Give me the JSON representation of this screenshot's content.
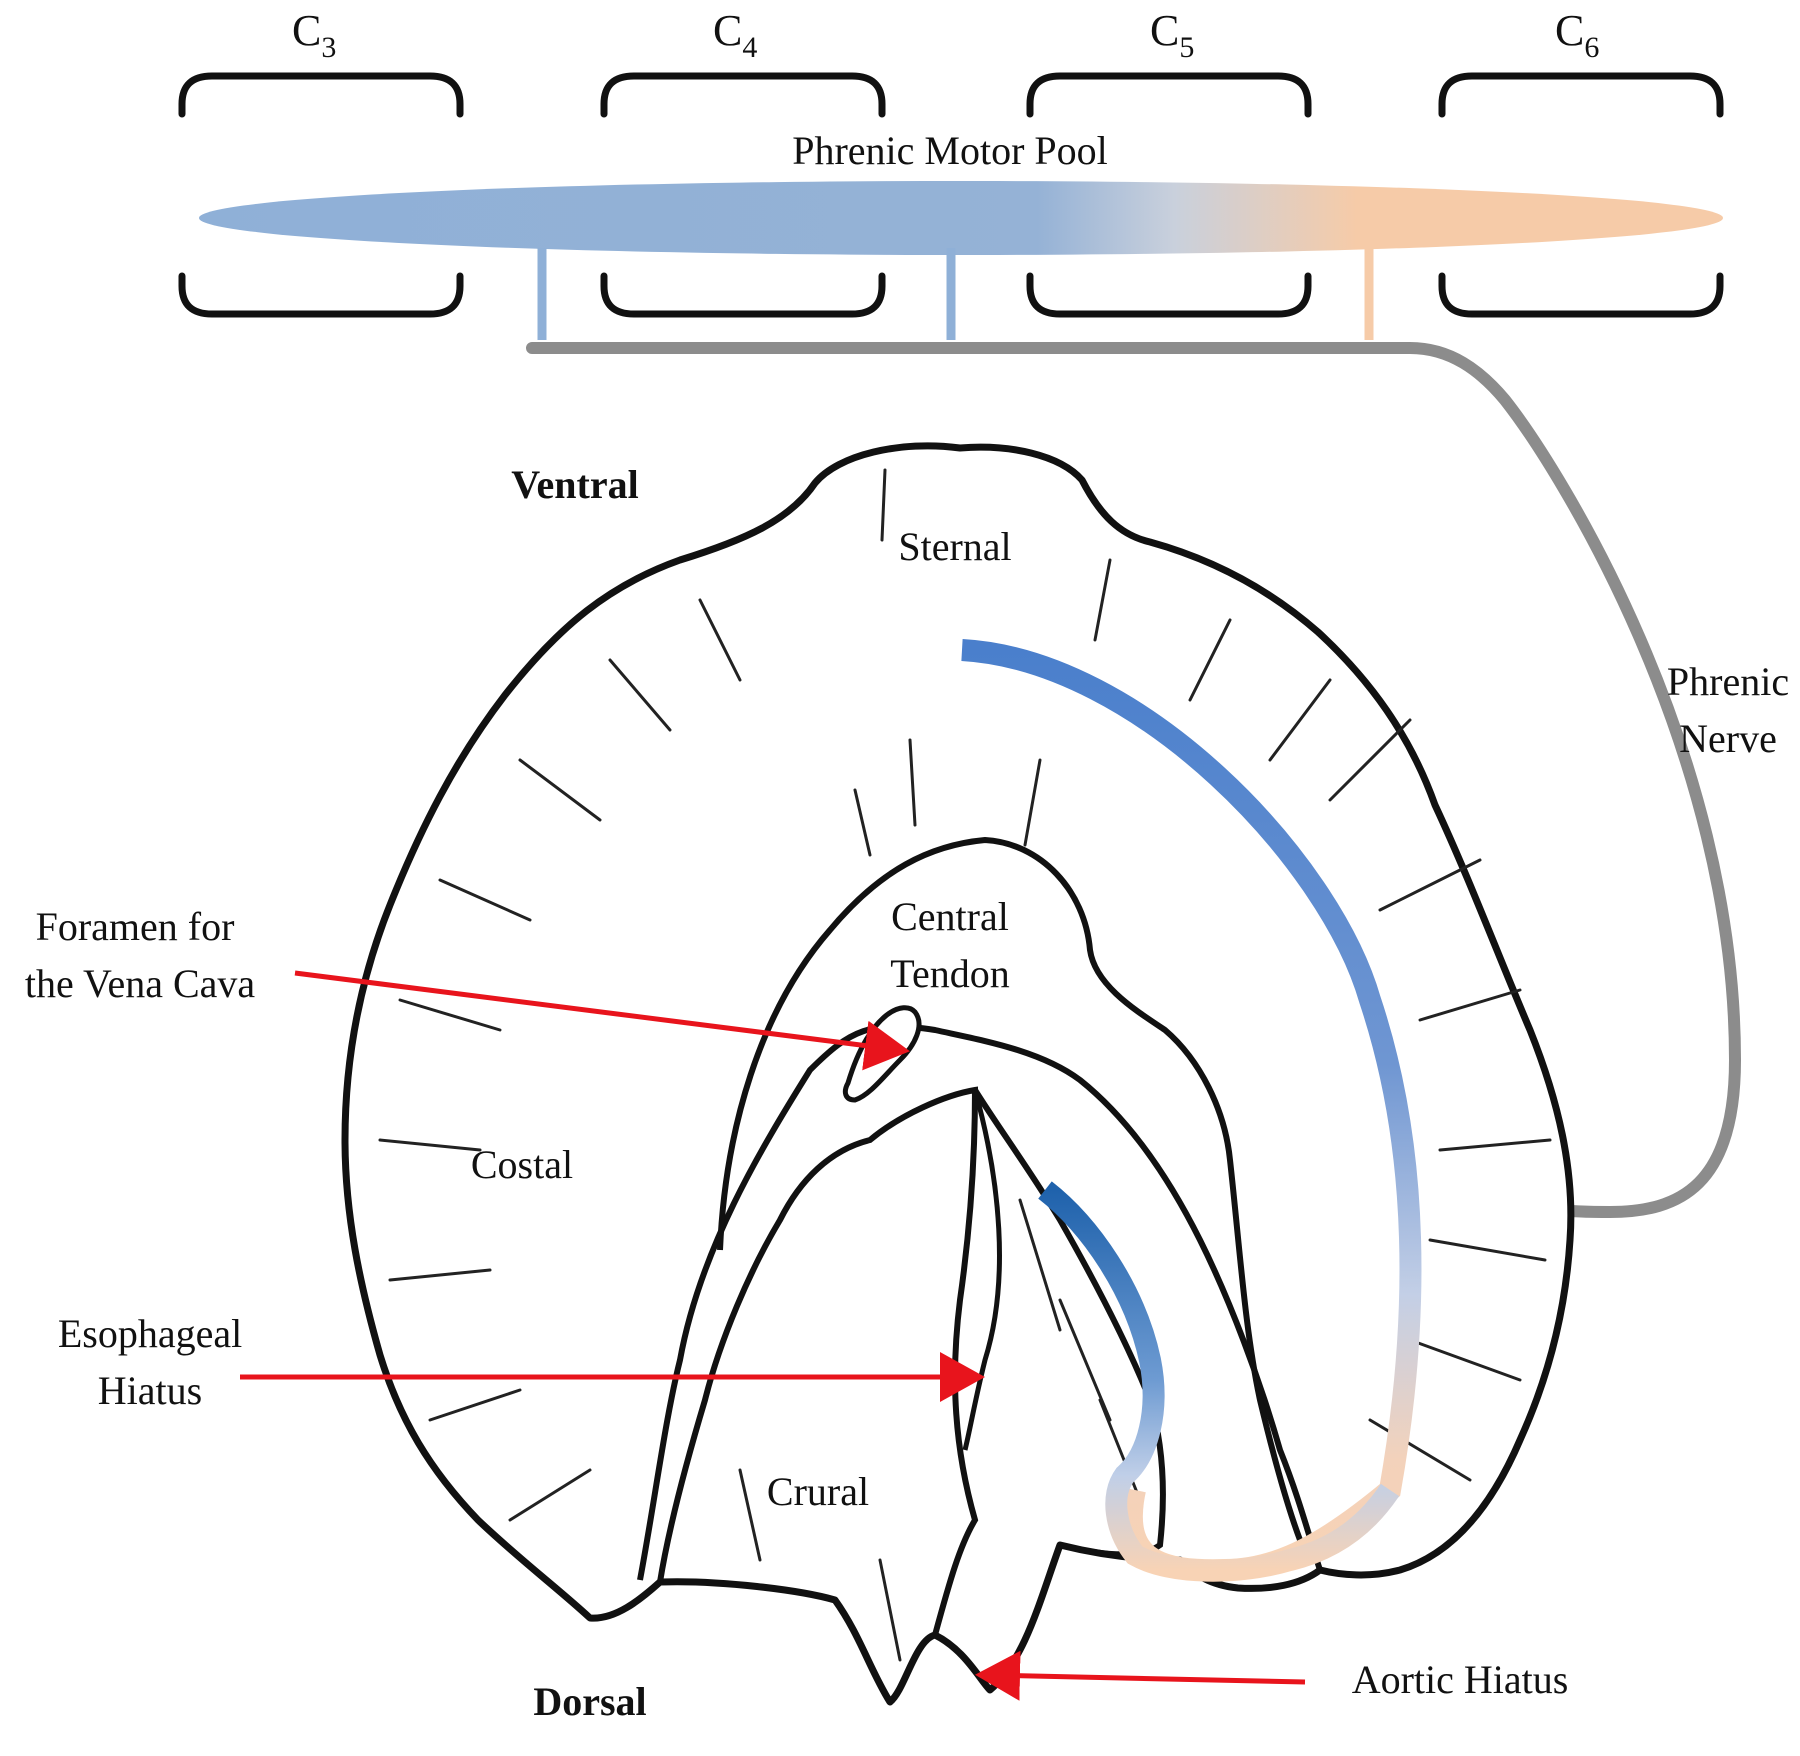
{
  "segments": [
    {
      "letter": "C",
      "sub": "3"
    },
    {
      "letter": "C",
      "sub": "4"
    },
    {
      "letter": "C",
      "sub": "5"
    },
    {
      "letter": "C",
      "sub": "6"
    }
  ],
  "motor_pool": {
    "label": "Phrenic Motor Pool",
    "colors": {
      "rostral": "#8fb0d7",
      "caudal": "#f6cba8"
    }
  },
  "nerve": {
    "label_line1": "Phrenic",
    "label_line2": "Nerve",
    "color": "#8c8c8c"
  },
  "orientation": {
    "ventral": "Ventral",
    "dorsal": "Dorsal"
  },
  "regions": {
    "sternal": "Sternal",
    "central_tendon_line1": "Central",
    "central_tendon_line2": "Tendon",
    "costal": "Costal",
    "crural": "Crural"
  },
  "callouts": {
    "vena_cava_line1": "Foramen for",
    "vena_cava_line2": "the Vena Cava",
    "esophageal_line1": "Esophageal",
    "esophageal_line2": "Hiatus",
    "aortic": "Aortic Hiatus",
    "arrow_color": "#e8141c"
  },
  "innervation_colors": {
    "blue": "#4a7fcc",
    "dark_blue": "#1f62ac",
    "light_blue": "#b9c9e6",
    "peach": "#f8d3b5"
  }
}
